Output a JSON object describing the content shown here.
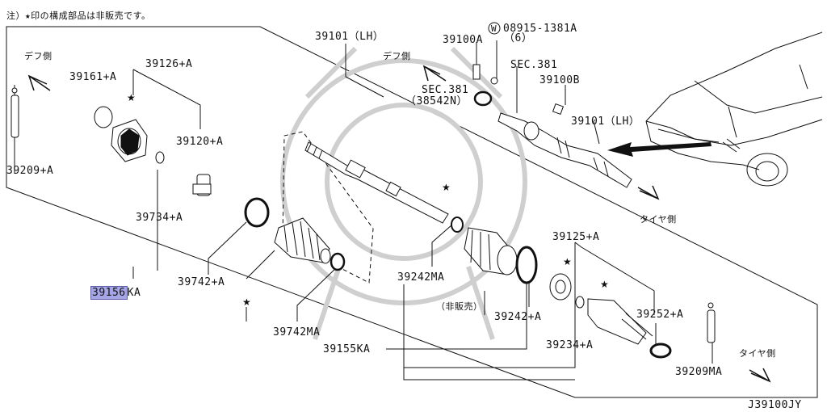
{
  "note": "注）★印の構成部品は非販売です。",
  "diagram_code": "J39100JY",
  "directions": {
    "diff_left": "デフ側",
    "diff_center": "デフ側",
    "tire_mid": "タイヤ側",
    "tire_right": "タイヤ側"
  },
  "parts": {
    "p39101_top": "39101（LH）",
    "p39101_right": "39101（LH）",
    "p39100a": "39100A",
    "p08915": "08915-1381A",
    "p08915_qty": "（6）",
    "w_badge": "W",
    "sec381_a": "SEC.381",
    "sec381_b": "SEC.381",
    "sec381_b_sub": "（38542N）",
    "p39100b": "39100B",
    "p39161": "39161+A",
    "p39126": "39126+A",
    "p39120": "39120+A",
    "p39209": "39209+A",
    "p39734": "39734+A",
    "p39156_hl": "39156",
    "p39156_tail": "KA",
    "p39742": "39742+A",
    "p39742ma": "39742MA",
    "p39242ma": "39242MA",
    "not_sold": "（非販売）",
    "p39242": "39242+A",
    "p39155ka": "39155KA",
    "p39125": "39125+A",
    "p39252": "39252+A",
    "p39234": "39234+A",
    "p39209ma": "39209MA"
  }
}
